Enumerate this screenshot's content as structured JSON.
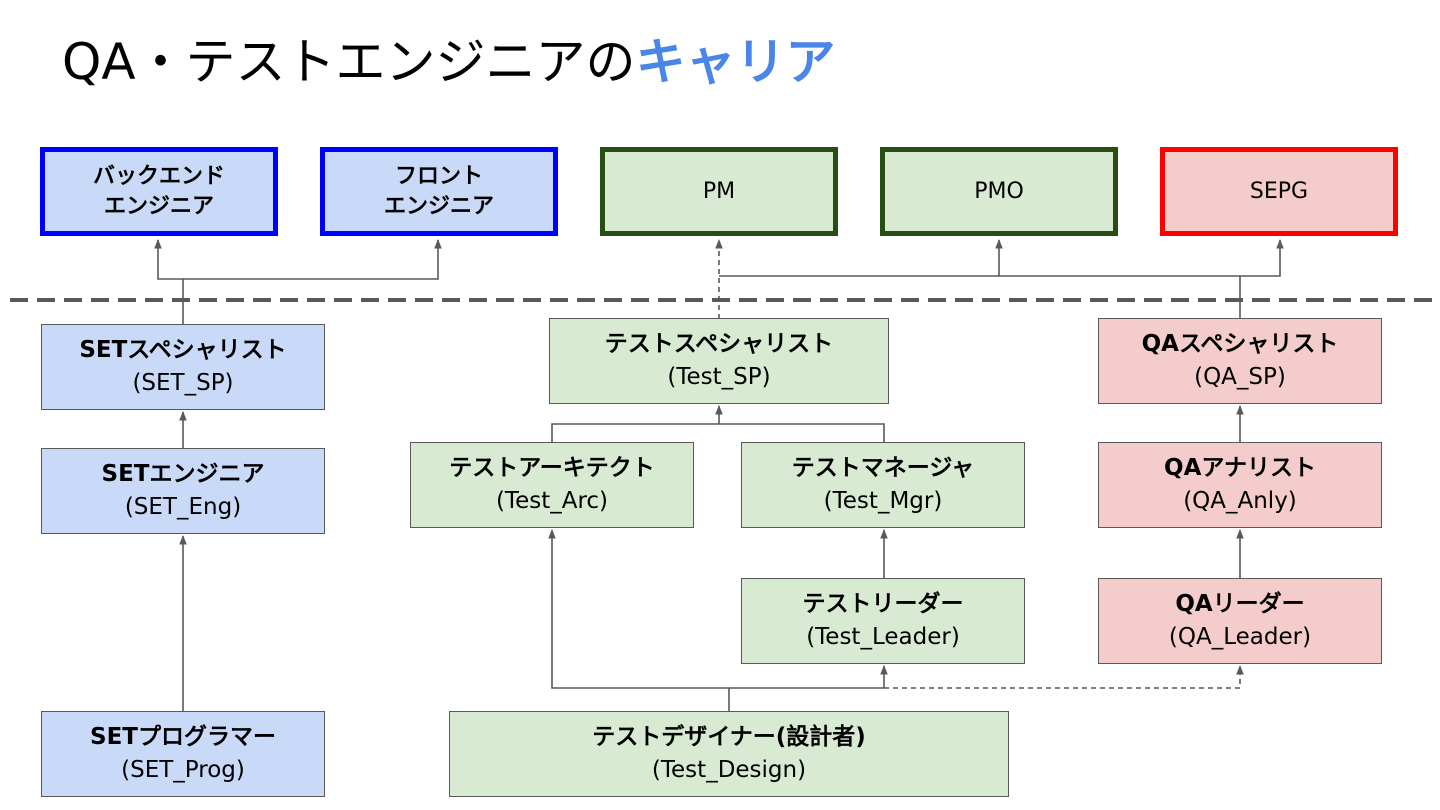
{
  "title": {
    "main": "QA・テストエンジニアの",
    "accent": "キャリア"
  },
  "top_roles": {
    "backend": {
      "line1": "バックエンド",
      "line2": "エンジニア"
    },
    "front": {
      "line1": "フロント",
      "line2": "エンジニア"
    },
    "pm": "PM",
    "pmo": "PMO",
    "sepg": "SEPG"
  },
  "set": {
    "sp": {
      "label": "SETスペシャリスト",
      "code": "(SET_SP)"
    },
    "eng": {
      "label": "SETエンジニア",
      "code": "(SET_Eng)"
    },
    "prog": {
      "label": "SETプログラマー",
      "code": "(SET_Prog)"
    }
  },
  "test": {
    "sp": {
      "label": "テストスペシャリスト",
      "code": "(Test_SP)"
    },
    "arc": {
      "label": "テストアーキテクト",
      "code": "(Test_Arc)"
    },
    "mgr": {
      "label": "テストマネージャ",
      "code": "(Test_Mgr)"
    },
    "leader": {
      "label": "テストリーダー",
      "code": "(Test_Leader)"
    },
    "design": {
      "label": "テストデザイナー(設計者)",
      "code": "(Test_Design)"
    }
  },
  "qa": {
    "sp": {
      "label": "QAスペシャリスト",
      "code": "(QA_SP)"
    },
    "anly": {
      "label": "QAアナリスト",
      "code": "(QA_Anly)"
    },
    "leader": {
      "label": "QAリーダー",
      "code": "(QA_Leader)"
    }
  },
  "colors": {
    "accent": "#4a86e8",
    "set_fill": "#c9daf8",
    "test_fill": "#d9ead3",
    "qa_fill": "#f4cccc",
    "blue_border": "#0000ff",
    "green_border": "#274e13",
    "red_border": "#ff0000"
  }
}
